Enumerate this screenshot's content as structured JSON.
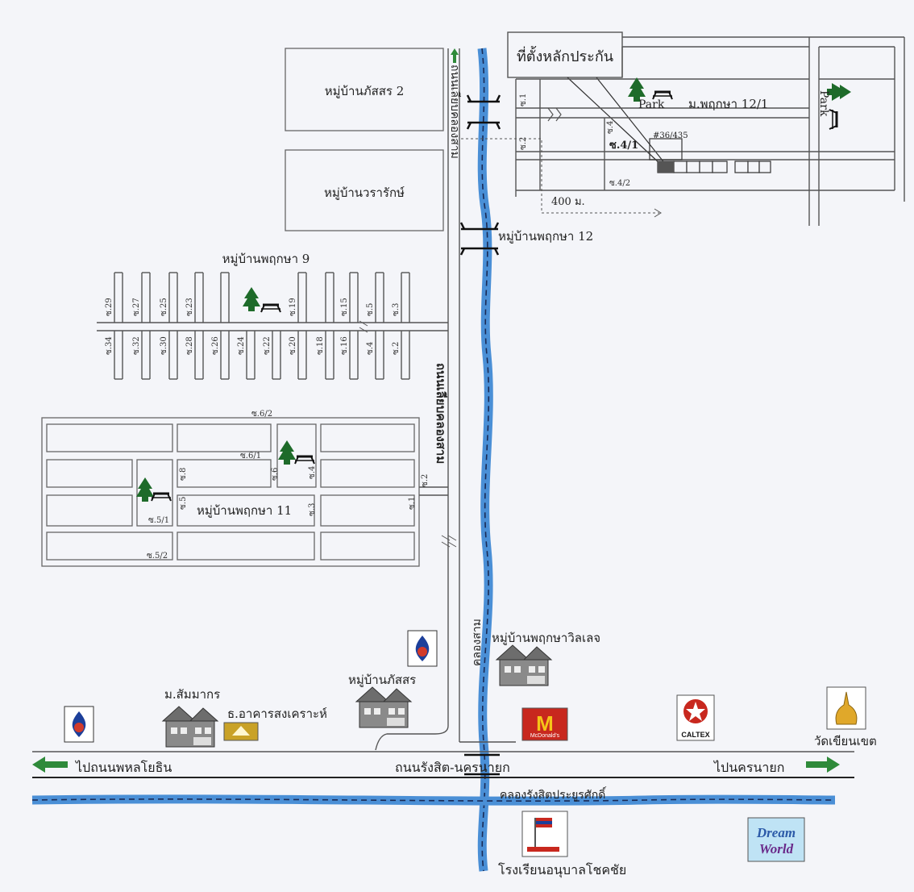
{
  "title": "ที่ตั้งหลักประกัน",
  "villages": {
    "phatsorn2": "หมู่บ้านภัสสร 2",
    "wararak": "หมู่บ้านวรารักษ์",
    "pruksa9": "หมู่บ้านพฤกษา 9",
    "pruksa11": "หมู่บ้านพฤกษา 11",
    "pruksa12": "หมู่บ้านพฤกษา 12",
    "pruksa12_1": "ม.พฤกษา 12/1",
    "pruksa_village": "หมู่บ้านพฤกษาวิลเลจ",
    "phatsorn": "หมู่บ้านภัสสร",
    "sammakorn": "ม.สัมมากร"
  },
  "roads": {
    "rangsit_nakhonnayok": "ถนนรังสิต-นครนายก",
    "to_phahonyothin": "ไปถนนพหลโยธิน",
    "to_nakhonnayok": "ไปนครนายก",
    "khlong_sam_side": "ถนนเลียบคลองสาม",
    "nakhon_side_road": "ถนนเลียบคลองสาม"
  },
  "canals": {
    "khlong_sam": "คลองสาม",
    "khlong_rangsit": "คลองรังสิตประยูรศักดิ์"
  },
  "landmarks": {
    "bank": "ธ.อาคารสงเคราะห์",
    "temple": "วัดเขียนเขต",
    "school": "โรงเรียนอนุบาลโชคชัย",
    "mcdonalds": "McDonald's",
    "caltex": "CALTEX",
    "dreamworld_1": "Dream",
    "dreamworld_2": "World"
  },
  "park_label": "Park",
  "distance": "400 ม.",
  "lot_number": "#36/435",
  "soi_main": "ซ.4/1",
  "soi_labels_top": {
    "s1": "ซ.1",
    "s2": "ซ.2",
    "s4": "ซ.4",
    "s42": "ซ.4/2"
  },
  "soi_pruksa9_north": [
    "ซ.29",
    "ซ.27",
    "ซ.25",
    "ซ.23",
    "ซ.19",
    "ซ.15",
    "ซ.5",
    "ซ.3"
  ],
  "soi_pruksa9_south": [
    "ซ.34",
    "ซ.32",
    "ซ.30",
    "ซ.28",
    "ซ.26",
    "ซ.24",
    "ซ.22",
    "ซ.20",
    "ซ.18",
    "ซ.16",
    "ซ.4",
    "ซ.2"
  ],
  "soi_pruksa11": {
    "s62": "ซ.6/2",
    "s61": "ซ.6/1",
    "s8": "ซ.8",
    "s6": "ซ.6",
    "s4": "ซ.4",
    "s2": "ซ.2",
    "s5": "ซ.5",
    "s3": "ซ.3",
    "s1": "ซ.1",
    "s51": "ซ.5/1",
    "s52": "ซ.5/2"
  },
  "colors": {
    "canal": "#4a8fd6",
    "tree": "#1e6b2a",
    "arrow": "#2f8a3a",
    "ptt": "#1c3f9a",
    "mcd": "#c8281e"
  }
}
